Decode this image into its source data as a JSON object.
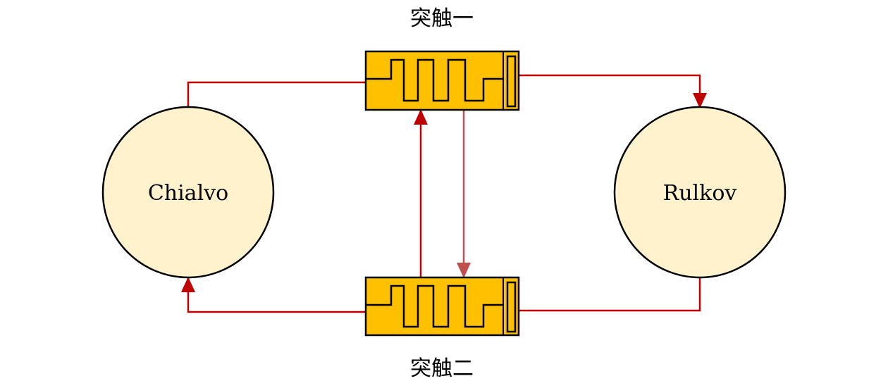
{
  "nodes": {
    "left": {
      "label": "Chialvo"
    },
    "right": {
      "label": "Rulkov"
    }
  },
  "synapses": {
    "top": {
      "label": "突触一"
    },
    "bottom": {
      "label": "突触二"
    }
  },
  "colors": {
    "node_fill": "#fff2cc",
    "synapse_fill": "#ffc000",
    "edge": "#c00000",
    "edge_light": "#c0504d"
  }
}
